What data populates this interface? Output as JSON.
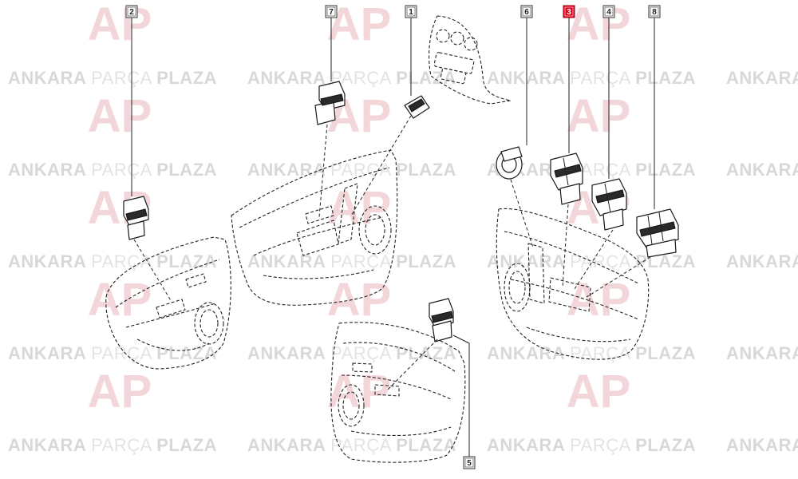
{
  "watermark": {
    "word_bold_1": "ANKARA",
    "word_thin": "PARÇA",
    "word_bold_2": "PLAZA",
    "logo_letters": "AP",
    "color_text": "#d8d8d8",
    "color_logo": "#f3d6da"
  },
  "callouts": [
    {
      "id": "c1",
      "label": "1",
      "highlighted": false
    },
    {
      "id": "c2",
      "label": "2",
      "highlighted": false
    },
    {
      "id": "c3",
      "label": "3",
      "highlighted": true
    },
    {
      "id": "c4",
      "label": "4",
      "highlighted": false
    },
    {
      "id": "c5",
      "label": "5",
      "highlighted": false
    },
    {
      "id": "c6",
      "label": "6",
      "highlighted": false
    },
    {
      "id": "c7",
      "label": "7",
      "highlighted": false
    },
    {
      "id": "c8",
      "label": "8",
      "highlighted": false
    }
  ],
  "colors": {
    "highlight": "#e3001b",
    "line": "#222222"
  }
}
